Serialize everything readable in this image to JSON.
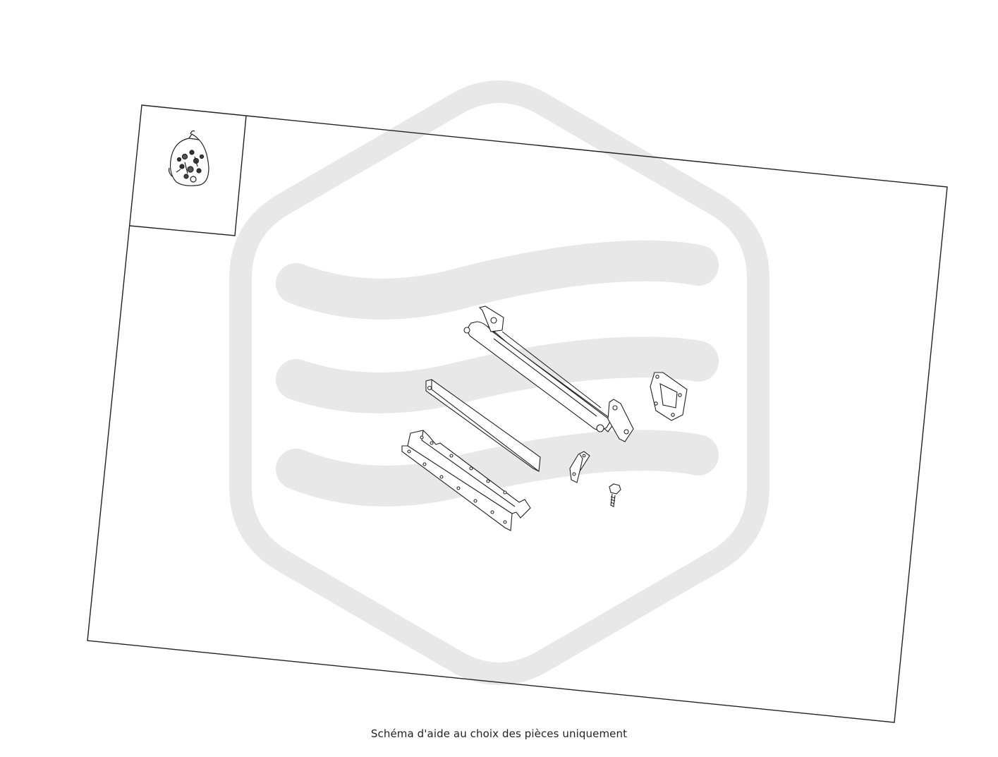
{
  "caption": "Schéma d'aide au choix des pièces uniquement",
  "watermark": {
    "color": "#e8e8e8",
    "shape": "hexagon-waves-logo"
  },
  "diagram": {
    "line_color": "#222222",
    "parts": [
      "hardware-bag",
      "exhaust-pipe",
      "exhaust-gasket",
      "flat-bar",
      "mounting-rail",
      "small-bracket",
      "screw"
    ]
  }
}
